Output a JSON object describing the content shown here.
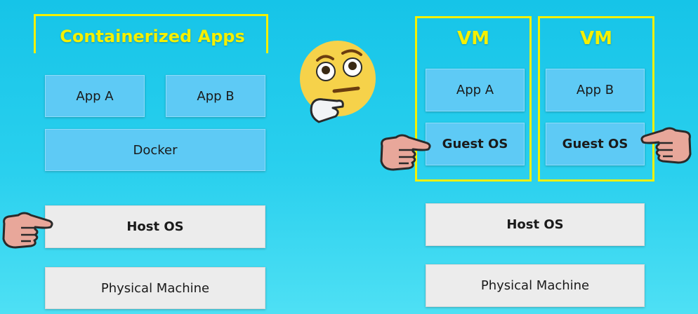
{
  "left": {
    "title": "Containerized Apps",
    "app_a": "App A",
    "app_b": "App B",
    "docker": "Docker",
    "host_os": "Host OS",
    "physical": "Physical Machine"
  },
  "right": {
    "vm1": {
      "title": "VM",
      "app": "App A",
      "guest": "Guest OS"
    },
    "vm2": {
      "title": "VM",
      "app": "App B",
      "guest": "Guest OS"
    },
    "host_os": "Host OS",
    "physical": "Physical Machine"
  },
  "colors": {
    "accent_yellow": "#f4f000",
    "box_blue": "#5ecaf5",
    "box_gray": "#ececec",
    "background": "#2ad0ee"
  },
  "icons": {
    "thinking": "thinking-face-emoji",
    "pointer": "pointing-hand-icon"
  }
}
